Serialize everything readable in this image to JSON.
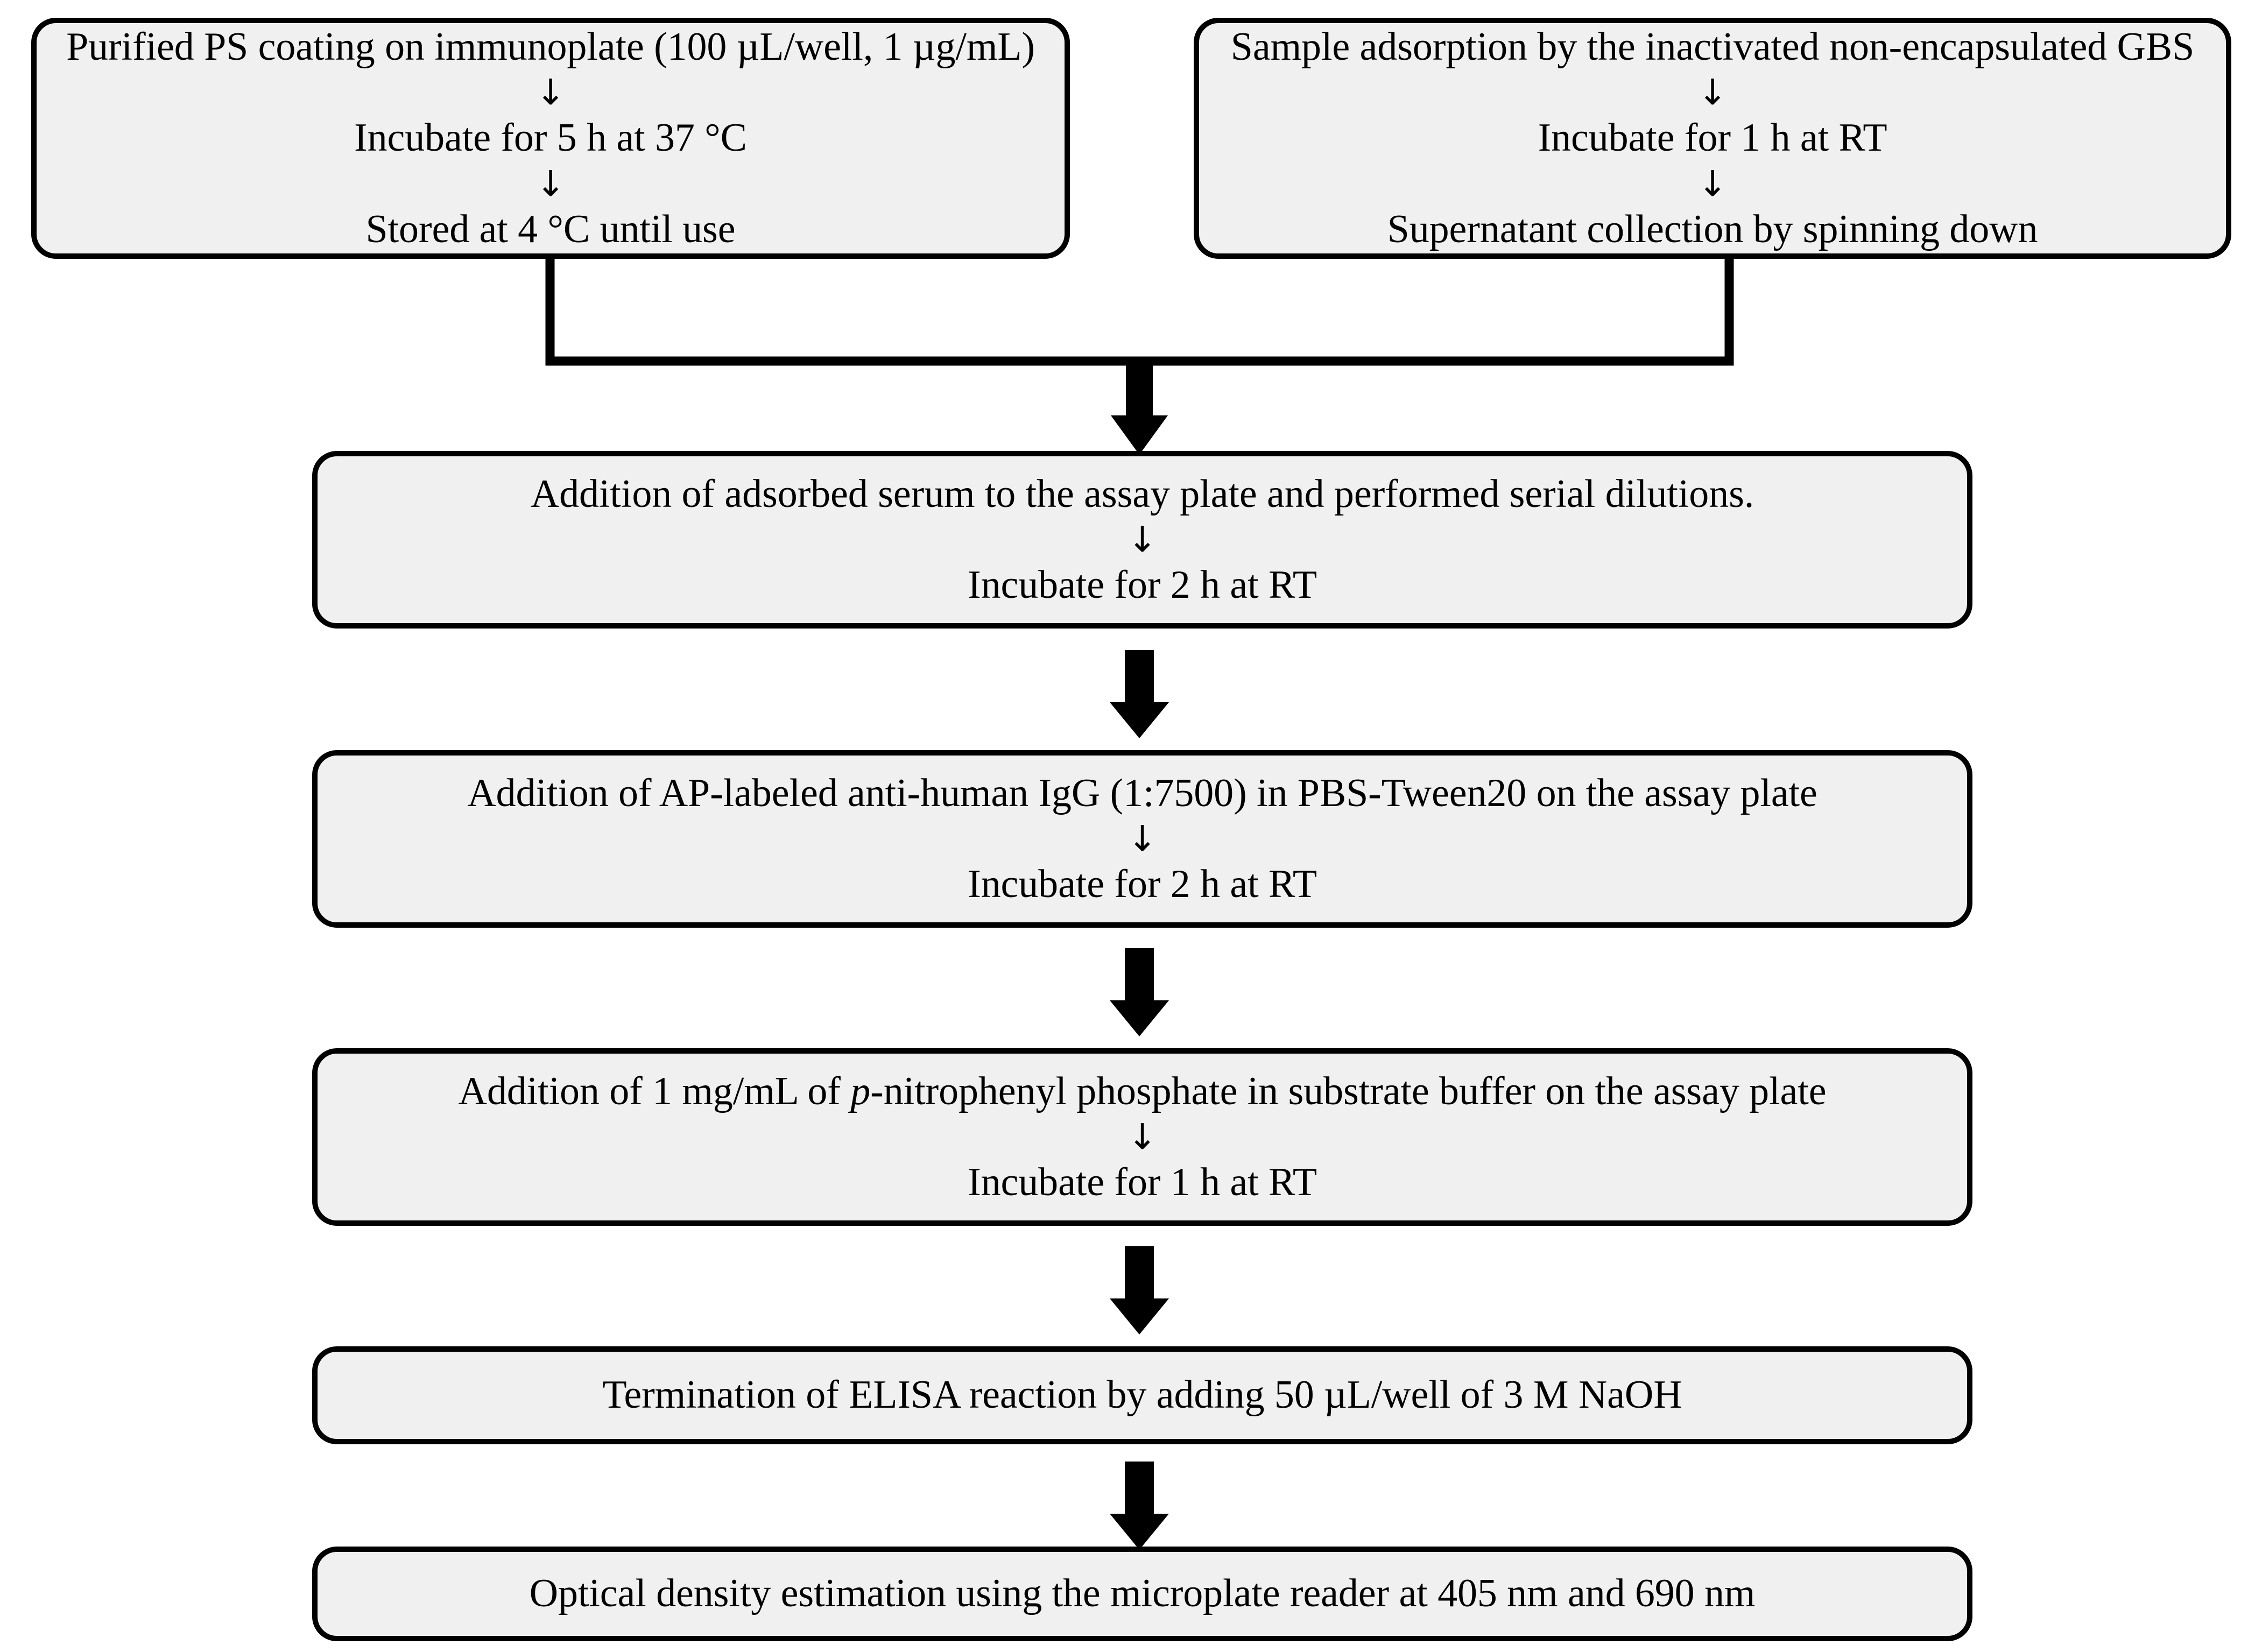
{
  "figure": {
    "kind": "flowchart",
    "title_visible": false,
    "colors": {
      "node_fill": "#f0f0f0",
      "node_border": "#000000",
      "connector": "#000000",
      "page_background": "#ffffff",
      "text": "#000000"
    },
    "inline_arrow_glyph": "↓",
    "inline_arrow_name": "down-arrow-glyph"
  },
  "nodes": [
    {
      "id": "ps-coating",
      "name": "node-ps-coating",
      "lines": [
        "Purified PS coating on immunoplate (100 µL/well, 1 µg/mL)",
        "Incubate for 5 h at 37 °C",
        "Stored at 4 °C until use"
      ]
    },
    {
      "id": "sample-adsorption",
      "name": "node-sample-adsorption",
      "lines": [
        "Sample adsorption by the inactivated non-encapsulated GBS",
        "Incubate for 1 h at RT",
        "Supernatant collection by spinning down"
      ]
    },
    {
      "id": "serum-addition",
      "name": "node-serum-addition",
      "lines": [
        "Addition of adsorbed  serum to the assay plate and performed serial dilutions.",
        "Incubate for 2 h at RT"
      ]
    },
    {
      "id": "conjugate-addition",
      "name": "node-conjugate-addition",
      "lines": [
        "Addition of AP-labeled anti-human IgG (1:7500) in PBS-Tween20 on the assay plate",
        "Incubate for 2 h at RT"
      ]
    },
    {
      "id": "substrate-addition",
      "name": "node-substrate-addition",
      "lines_rich": [
        [
          {
            "t": "Addition of 1 mg/mL of ",
            "i": false
          },
          {
            "t": "p",
            "i": true
          },
          {
            "t": "-nitrophenyl phosphate in substrate buffer on the assay plate",
            "i": false
          }
        ]
      ],
      "lines": [
        "Addition of 1 mg/mL of p-nitrophenyl phosphate in substrate buffer on the assay plate",
        "Incubate for 1 h at RT"
      ]
    },
    {
      "id": "termination",
      "name": "node-termination",
      "lines": [
        "Termination of  ELISA reaction by adding 50 µL/well of 3 M NaOH"
      ]
    },
    {
      "id": "optical-density",
      "name": "node-optical-density",
      "lines": [
        "Optical density estimation using the microplate reader at 405 nm and 690 nm"
      ]
    }
  ],
  "node_text": {
    "ps_coating": {
      "l1": "Purified PS coating on immunoplate (100 µL/well, 1 µg/mL)",
      "l2": "Incubate for 5 h at 37 °C",
      "l3": "Stored at 4 °C until use"
    },
    "sample_adsorption": {
      "l1": "Sample adsorption by the inactivated non-encapsulated GBS",
      "l2": "Incubate for 1 h at RT",
      "l3": "Supernatant collection by spinning down"
    },
    "serum_addition": {
      "l1": "Addition of adsorbed  serum to the assay plate and performed serial dilutions.",
      "l2": "Incubate for 2 h at RT"
    },
    "conjugate_addition": {
      "l1": "Addition of AP-labeled anti-human IgG (1:7500) in PBS-Tween20 on the assay plate",
      "l2": "Incubate for 2 h at RT"
    },
    "substrate_addition": {
      "l1_pre": "Addition of 1 mg/mL of ",
      "l1_italic": "p",
      "l1_post": "-nitrophenyl phosphate in substrate buffer on the assay plate",
      "l2": "Incubate for 1 h at RT"
    },
    "termination": {
      "l1": "Termination of  ELISA reaction by adding 50 µL/well of 3 M NaOH"
    },
    "optical_density": {
      "l1": "Optical density estimation using the microplate reader at 405 nm and 690 nm"
    }
  },
  "connectors": [
    {
      "name": "merge-bracket",
      "from": [
        "ps-coating",
        "sample-adsorption"
      ],
      "to": "serum-addition",
      "style": "bracket-then-block-arrow"
    },
    {
      "name": "arrow-serum-to-conjugate",
      "from": "serum-addition",
      "to": "conjugate-addition",
      "style": "block-arrow"
    },
    {
      "name": "arrow-conjugate-to-substrate",
      "from": "conjugate-addition",
      "to": "substrate-addition",
      "style": "block-arrow"
    },
    {
      "name": "arrow-substrate-to-termination",
      "from": "substrate-addition",
      "to": "termination",
      "style": "block-arrow"
    },
    {
      "name": "arrow-termination-to-od",
      "from": "termination",
      "to": "optical-density",
      "style": "block-arrow"
    }
  ]
}
